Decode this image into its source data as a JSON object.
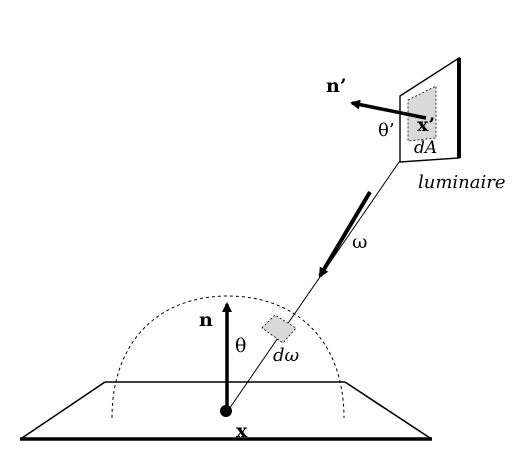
{
  "labels": {
    "n_prime": "n’",
    "x_prime": "x’",
    "theta_prime": "θ’",
    "dA": "dA",
    "luminaire": "luminaire",
    "omega": "ω",
    "n": "n",
    "theta": "θ",
    "d_omega": "dω",
    "x": "x"
  },
  "colors": {
    "ink": "#000000",
    "patch_fill": "#d9d9d9",
    "background": "#ffffff"
  }
}
